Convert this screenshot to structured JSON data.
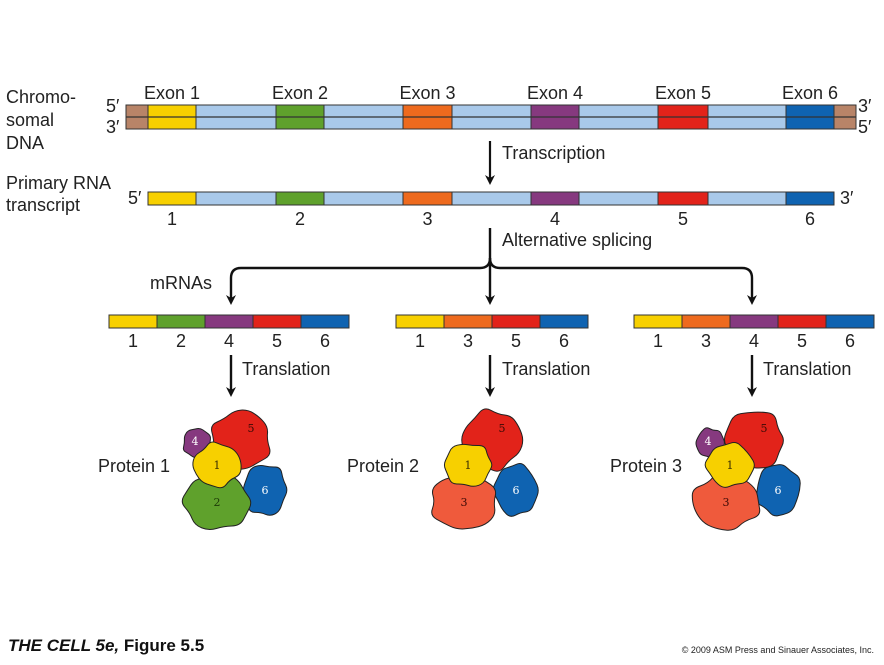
{
  "colors": {
    "exon1": "#f7d000",
    "exon2": "#5fa12c",
    "exon3": "#ee6a1e",
    "exon4": "#86397f",
    "exon5": "#e2231a",
    "exon6": "#0f63b1",
    "intron": "#a9c9ea",
    "flank": "#b88468",
    "protein_exon3": "#ef5a3c"
  },
  "labels": {
    "dna": [
      "Chromo-",
      "somal",
      "DNA"
    ],
    "rna": [
      "Primary RNA",
      "transcript"
    ],
    "end5": "5′",
    "end3": "3′",
    "exons": [
      "Exon 1",
      "Exon 2",
      "Exon 3",
      "Exon 4",
      "Exon 5",
      "Exon 6"
    ],
    "rna_nums": [
      "1",
      "2",
      "3",
      "4",
      "5",
      "6"
    ],
    "transcription": "Transcription",
    "alt_splicing": "Alternative splicing",
    "mrnas": "mRNAs",
    "translation": "Translation"
  },
  "mrnas": [
    {
      "exons": [
        "1",
        "2",
        "4",
        "5",
        "6"
      ]
    },
    {
      "exons": [
        "1",
        "3",
        "5",
        "6"
      ]
    },
    {
      "exons": [
        "1",
        "3",
        "4",
        "5",
        "6"
      ]
    }
  ],
  "proteins": [
    {
      "label": "Protein 1",
      "domains": [
        "4",
        "5",
        "1",
        "6",
        "2"
      ]
    },
    {
      "label": "Protein 2",
      "domains": [
        "5",
        "1",
        "6",
        "3"
      ]
    },
    {
      "label": "Protein 3",
      "domains": [
        "4",
        "5",
        "1",
        "6",
        "3"
      ]
    }
  ],
  "caption": {
    "title": "THE CELL 5e,",
    "figure": " Figure 5.5"
  },
  "copyright": "© 2009 ASM Press and Sinauer Associates, Inc."
}
